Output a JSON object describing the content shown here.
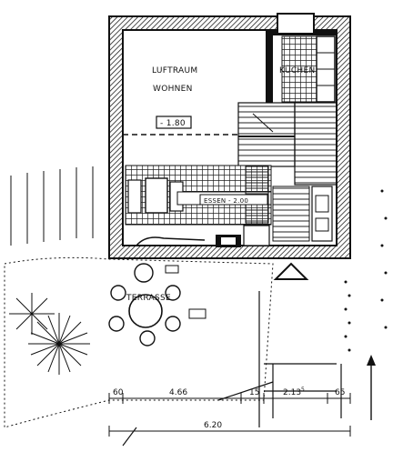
{
  "rooms": {
    "luftraum_line1": "LUFTRAUM",
    "luftraum_line2": "WOHNEN",
    "level_luftraum": "- 1.80",
    "kuechen": "KÜCHEN",
    "essen": "ESSEN - 2.00",
    "terrasse": "TERRASSE"
  },
  "dimensions": {
    "d1": "60",
    "d2": "4.66",
    "d3": "15",
    "d4": "2.13",
    "d4_sup": "5",
    "d5": "65",
    "d6": "6.20"
  },
  "colors": {
    "ink": "#111111",
    "paper": "#ffffff",
    "grid": "#222222"
  }
}
